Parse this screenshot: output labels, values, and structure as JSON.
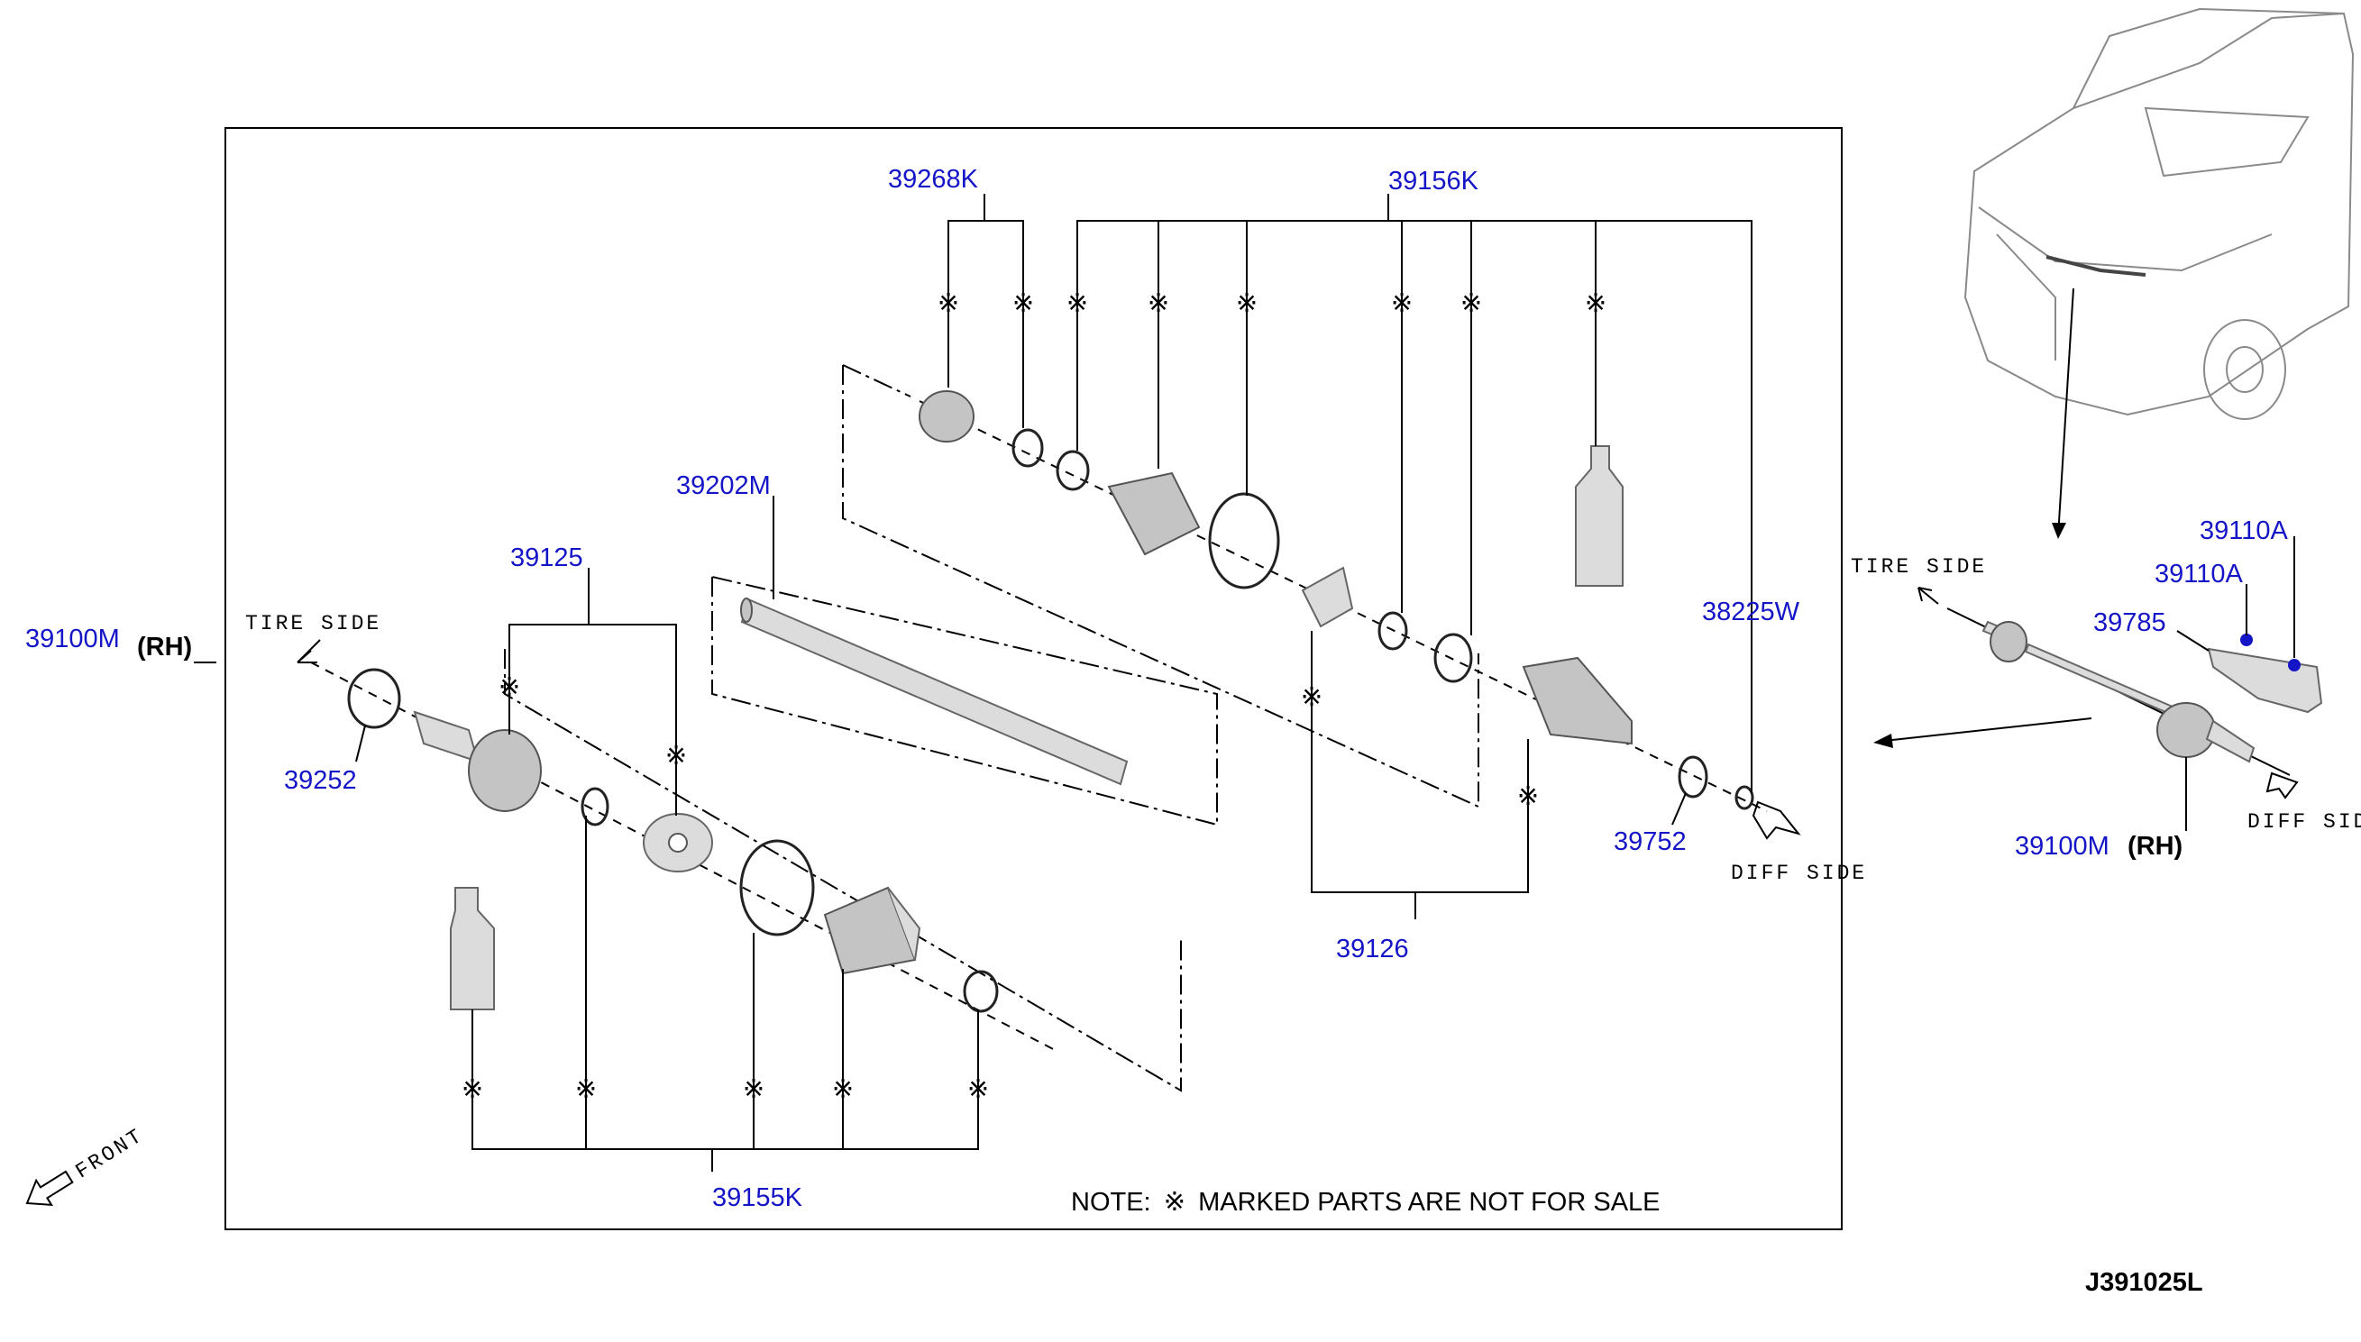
{
  "labels": {
    "p39268K": "39268K",
    "p39156K": "39156K",
    "p39202M": "39202M",
    "p39125": "39125",
    "p39100M_left": "39100M",
    "rh_left": "(RH)",
    "p39252": "39252",
    "p38225W": "38225W",
    "p39752": "39752",
    "p39126": "39126",
    "p39155K": "39155K",
    "p39110A_a": "39110A",
    "p39110A_b": "39110A",
    "p39785": "39785",
    "p39100M_right": "39100M",
    "rh_right": "(RH)"
  },
  "direction_labels": {
    "tire_side_left": "TIRE SIDE",
    "diff_side_left": "DIFF SIDE",
    "tire_side_right": "TIRE SIDE",
    "diff_side_right": "DIFF SIDE",
    "front": "FRONT"
  },
  "note": {
    "prefix": "NOTE:",
    "symbol": "※",
    "text": "MARKED PARTS ARE NOT FOR SALE"
  },
  "not_for_sale_mark": "※",
  "diagram_code": "J391025L",
  "colors": {
    "part_number": "#1515c8",
    "line": "#000000"
  }
}
